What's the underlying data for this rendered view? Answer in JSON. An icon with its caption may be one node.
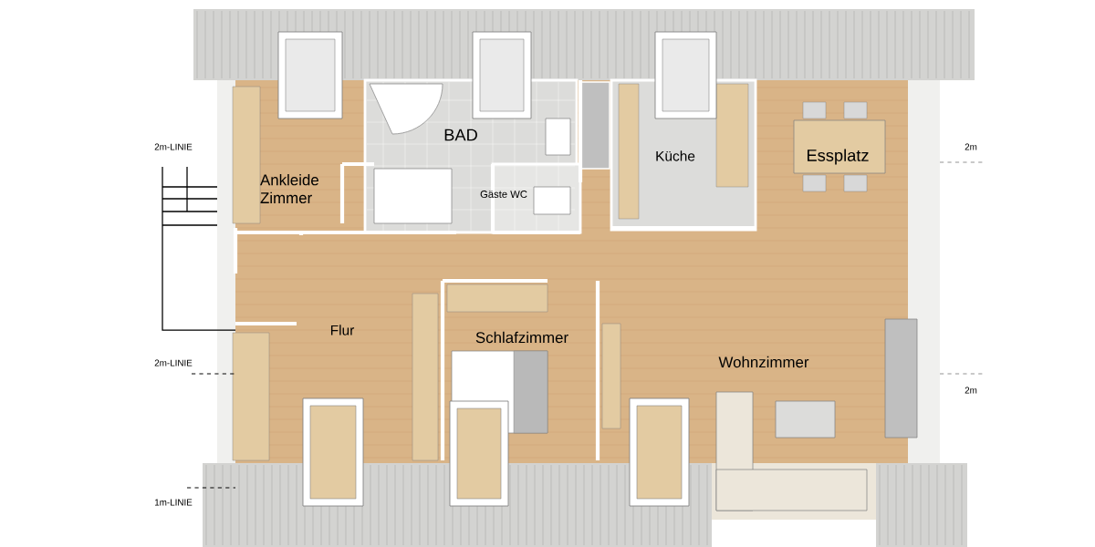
{
  "diagram": {
    "labels": [
      "BAD",
      "2m-LINIE",
      "2m",
      "Küche",
      "Essplatz",
      "Ankleide Zimmer",
      "Gäste WC",
      "Flur",
      "Schlafzimmer",
      "2m-LINIE",
      "Wohnzimmer",
      "2m",
      "1m-LINIE"
    ]
  }
}
